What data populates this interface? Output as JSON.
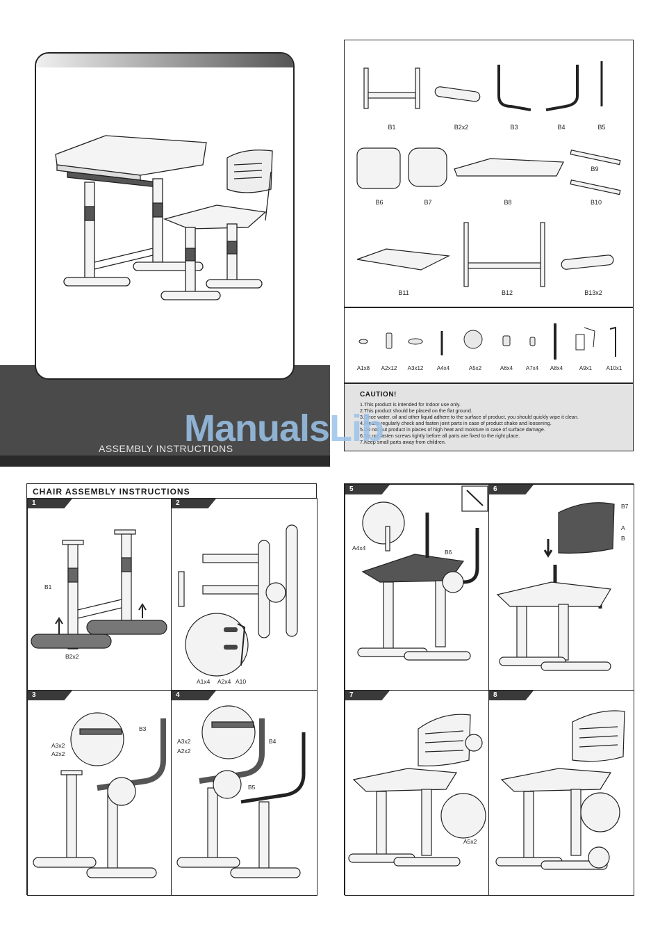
{
  "cover": {
    "title": "ASSEMBLY INSTRUCTIONS"
  },
  "watermark": "ManualsLib",
  "parts": [
    {
      "id": "B1"
    },
    {
      "id": "B2x2"
    },
    {
      "id": "B3"
    },
    {
      "id": "B4"
    },
    {
      "id": "B5"
    },
    {
      "id": "B6"
    },
    {
      "id": "B7"
    },
    {
      "id": "B8"
    },
    {
      "id": "B9"
    },
    {
      "id": "B10"
    },
    {
      "id": "B11"
    },
    {
      "id": "B12"
    },
    {
      "id": "B13x2"
    }
  ],
  "hardware": [
    {
      "id": "A1x8"
    },
    {
      "id": "A2x12"
    },
    {
      "id": "A3x12"
    },
    {
      "id": "A4x4"
    },
    {
      "id": "A5x2"
    },
    {
      "id": "A6x4"
    },
    {
      "id": "A7x4"
    },
    {
      "id": "A8x4"
    },
    {
      "id": "A9x1"
    },
    {
      "id": "A10x1"
    }
  ],
  "caution": {
    "title": "CAUTION!",
    "lines": [
      "1.This product is intended for indoor use only.",
      "2.This product should be placed on the flat ground.",
      "3.Once water, oil and other liquid adhere to the surface of product, you should quickly wipe it clean.",
      "4.Please regularly check and fasten joint parts in case of product shake and loosening.",
      "5.Do not put product in places of high heat and moisture in case of surface damage.",
      "6.Do not fasten screws tightly before all parts are fixed to the right place.",
      "7.Keep small parts away from children."
    ]
  },
  "chair": {
    "title": "CHAIR ASSEMBLY INSTRUCTIONS",
    "steps": [
      {
        "num": "1",
        "labels": [
          "B1",
          "B2x2"
        ]
      },
      {
        "num": "2",
        "labels": [
          "A1x4",
          "A2x4",
          "A10"
        ]
      },
      {
        "num": "3",
        "labels": [
          "A3x2",
          "A2x2",
          "B3"
        ]
      },
      {
        "num": "4",
        "labels": [
          "A3x2",
          "A2x2",
          "B4",
          "B5"
        ]
      },
      {
        "num": "5",
        "labels": [
          "A4x4",
          "B6"
        ]
      },
      {
        "num": "6",
        "labels": [
          "B7",
          "A",
          "B"
        ]
      },
      {
        "num": "7",
        "labels": [
          "A5x2"
        ]
      },
      {
        "num": "8",
        "labels": []
      }
    ]
  }
}
